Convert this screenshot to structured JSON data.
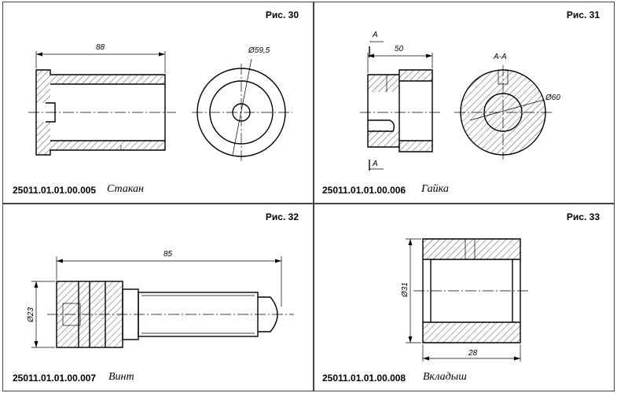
{
  "panels": [
    {
      "figure": "Рис. 30",
      "code": "25011.01.01.00.005",
      "name": "Стакан",
      "dims": {
        "length": "88",
        "diameter": "Ø59,5"
      }
    },
    {
      "figure": "Рис. 31",
      "code": "25011.01.01.00.006",
      "name": "Гайка",
      "dims": {
        "length": "50",
        "diameter": "Ø60",
        "section": "А-А",
        "cut_top": "А",
        "cut_bottom": "А"
      }
    },
    {
      "figure": "Рис. 32",
      "code": "25011.01.01.00.007",
      "name": "Винт",
      "dims": {
        "length": "85",
        "diameter": "Ø23"
      }
    },
    {
      "figure": "Рис. 33",
      "code": "25011.01.01.00.008",
      "name": "Вкладыш",
      "dims": {
        "length": "28",
        "diameter": "Ø31"
      }
    }
  ]
}
